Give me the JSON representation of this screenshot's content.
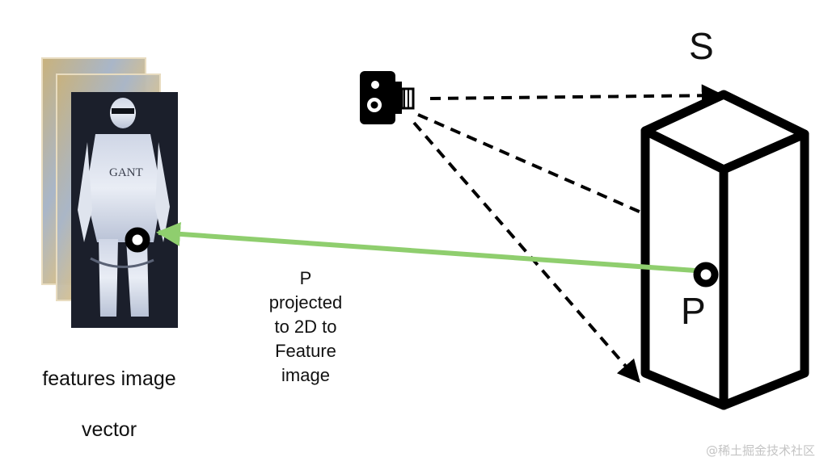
{
  "feature_stack": {
    "caption_line1": "features image",
    "caption_line2": "vector"
  },
  "projection_label": [
    "P",
    "projected",
    "to 2D to",
    "Feature",
    "image"
  ],
  "cuboid_label": "S",
  "point_label": "P",
  "watermark": "@稀土掘金技术社区",
  "icons": {
    "camera": "camera-icon",
    "point_marker": "ring-marker-icon"
  },
  "colors": {
    "projection_arrow": "#8fce6e",
    "lines": "#000000",
    "watermark": "#c4c4c4"
  }
}
